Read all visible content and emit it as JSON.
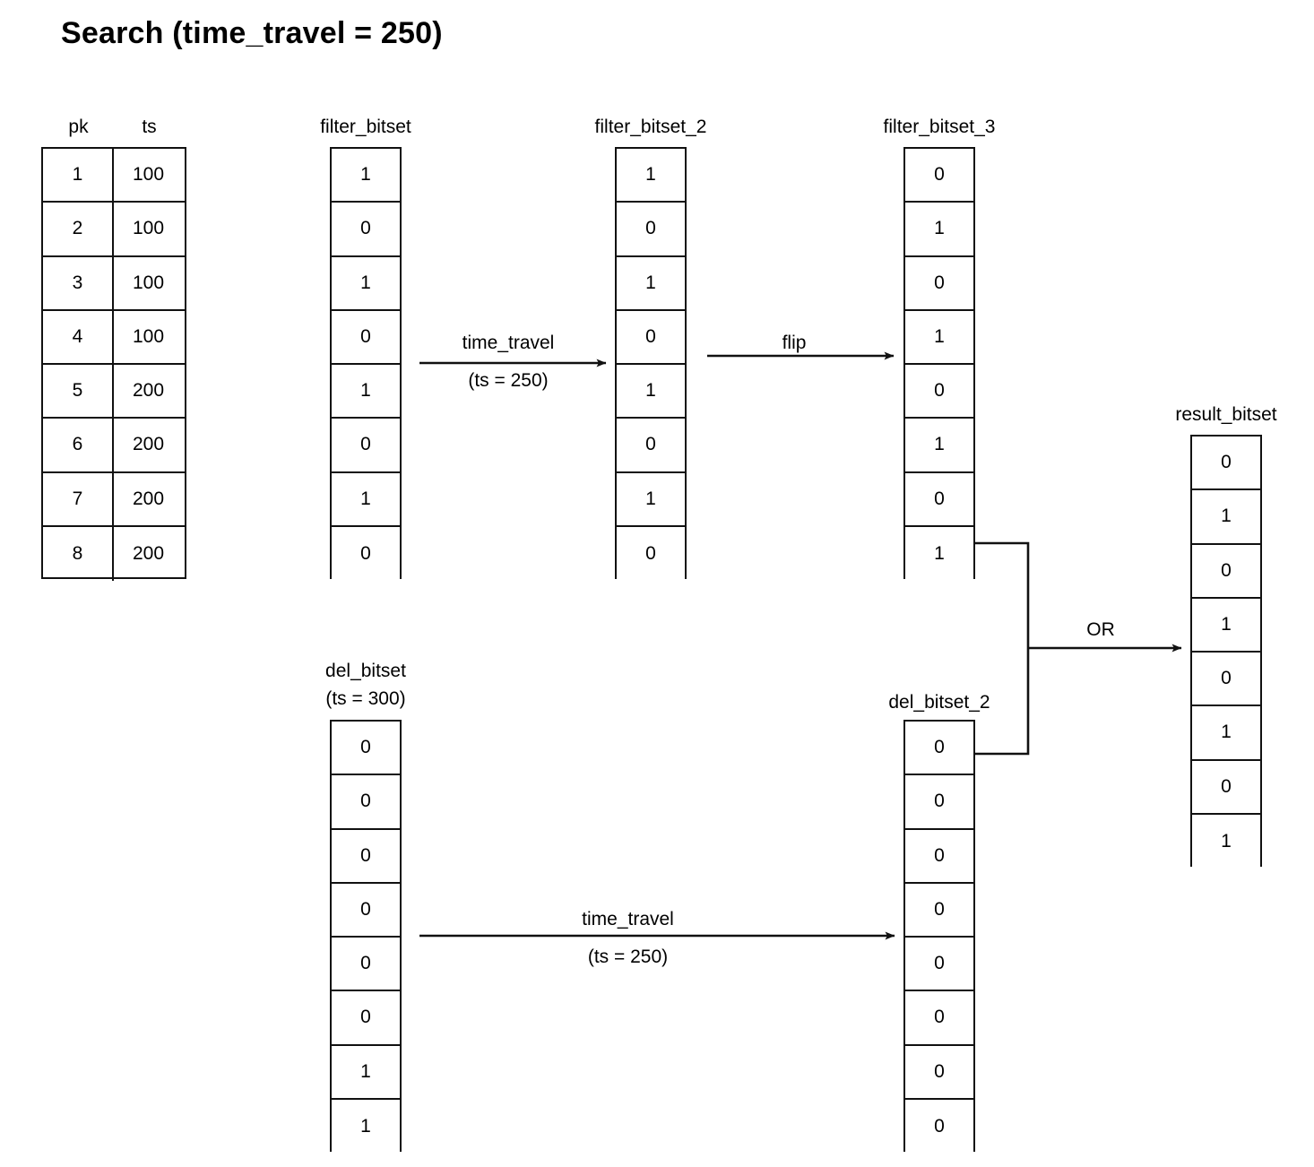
{
  "title": "Search (time_travel = 250)",
  "table": {
    "name": "source-table",
    "headers": [
      "pk",
      "ts"
    ],
    "rows": [
      [
        "1",
        "100"
      ],
      [
        "2",
        "100"
      ],
      [
        "3",
        "100"
      ],
      [
        "4",
        "100"
      ],
      [
        "5",
        "200"
      ],
      [
        "6",
        "200"
      ],
      [
        "7",
        "200"
      ],
      [
        "8",
        "200"
      ]
    ]
  },
  "bitsets": {
    "filter_bitset": {
      "label": "filter_bitset",
      "sublabel": "",
      "values": [
        "1",
        "0",
        "1",
        "0",
        "1",
        "0",
        "1",
        "0"
      ]
    },
    "filter_bitset_2": {
      "label": "filter_bitset_2",
      "sublabel": "",
      "values": [
        "1",
        "0",
        "1",
        "0",
        "1",
        "0",
        "1",
        "0"
      ]
    },
    "filter_bitset_3": {
      "label": "filter_bitset_3",
      "sublabel": "",
      "values": [
        "0",
        "1",
        "0",
        "1",
        "0",
        "1",
        "0",
        "1"
      ]
    },
    "del_bitset": {
      "label": "del_bitset",
      "sublabel": "(ts = 300)",
      "values": [
        "0",
        "0",
        "0",
        "0",
        "0",
        "0",
        "1",
        "1"
      ]
    },
    "del_bitset_2": {
      "label": "del_bitset_2",
      "sublabel": "",
      "values": [
        "0",
        "0",
        "0",
        "0",
        "0",
        "0",
        "0",
        "0"
      ]
    },
    "result_bitset": {
      "label": "result_bitset",
      "sublabel": "",
      "values": [
        "0",
        "1",
        "0",
        "1",
        "0",
        "1",
        "0",
        "1"
      ]
    }
  },
  "arrows": {
    "time_travel_top": {
      "line1": "time_travel",
      "line2": "(ts = 250)"
    },
    "flip": {
      "line1": "flip",
      "line2": ""
    },
    "time_travel_bottom": {
      "line1": "time_travel",
      "line2": "(ts = 250)"
    },
    "or": {
      "line1": "OR",
      "line2": ""
    }
  },
  "colors": {
    "stroke": "#111111",
    "background": "#ffffff",
    "text": "#000000"
  }
}
